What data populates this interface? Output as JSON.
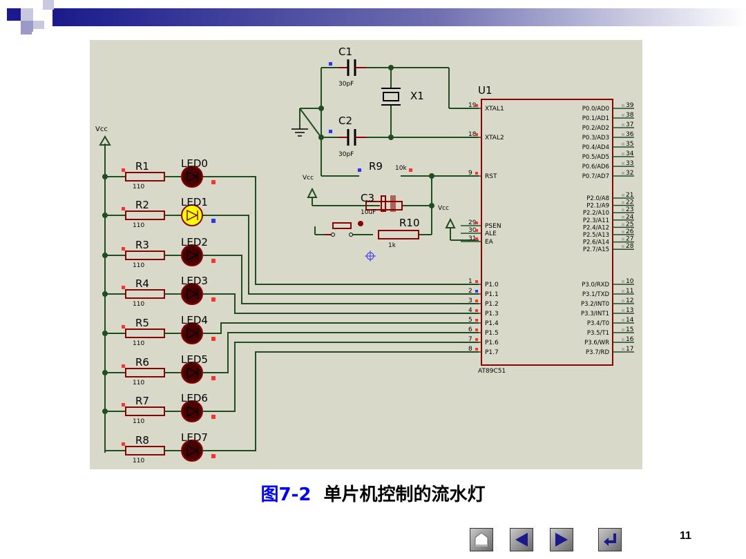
{
  "colors": {
    "bus_wire": "#1e4d1e",
    "led_red": "#8b0000",
    "led_on": "#ffff00",
    "ic_outline": "#8b0000",
    "background": "#d9d9c9",
    "accent": "#1a1a8c"
  },
  "diagram": {
    "vcc_label": "Vcc",
    "caps": {
      "c1": "C1",
      "c1_val": "30pF",
      "c2": "C2",
      "c2_val": "30pF",
      "c3": "C3",
      "c3_val": "10uF"
    },
    "crystal": "X1",
    "r9": "R9",
    "r9_val": "10k",
    "r10": "R10",
    "r10_val": "1k",
    "ic": {
      "ref": "U1",
      "part": "AT89C51"
    },
    "resistors": [
      {
        "label": "R1",
        "value": "110"
      },
      {
        "label": "R2",
        "value": "110"
      },
      {
        "label": "R3",
        "value": "110"
      },
      {
        "label": "R4",
        "value": "110"
      },
      {
        "label": "R5",
        "value": "110"
      },
      {
        "label": "R6",
        "value": "110"
      },
      {
        "label": "R7",
        "value": "110"
      },
      {
        "label": "R8",
        "value": "110"
      }
    ],
    "leds": [
      "LED0",
      "LED1",
      "LED2",
      "LED3",
      "LED4",
      "LED5",
      "LED6",
      "LED7"
    ],
    "left_pins": [
      {
        "num": "19",
        "name": "XTAL1"
      },
      {
        "num": "18",
        "name": "XTAL2"
      },
      {
        "num": "9",
        "name": "RST"
      },
      {
        "num": "29",
        "name": "PSEN"
      },
      {
        "num": "30",
        "name": "ALE"
      },
      {
        "num": "31",
        "name": "EA"
      },
      {
        "num": "1",
        "name": "P1.0"
      },
      {
        "num": "2",
        "name": "P1.1"
      },
      {
        "num": "3",
        "name": "P1.2"
      },
      {
        "num": "4",
        "name": "P1.3"
      },
      {
        "num": "5",
        "name": "P1.4"
      },
      {
        "num": "6",
        "name": "P1.5"
      },
      {
        "num": "7",
        "name": "P1.6"
      },
      {
        "num": "8",
        "name": "P1.7"
      }
    ],
    "right_pins_p0": [
      {
        "num": "39",
        "name": "P0.0/AD0"
      },
      {
        "num": "38",
        "name": "P0.1/AD1"
      },
      {
        "num": "37",
        "name": "P0.2/AD2"
      },
      {
        "num": "36",
        "name": "P0.3/AD3"
      },
      {
        "num": "35",
        "name": "P0.4/AD4"
      },
      {
        "num": "34",
        "name": "P0.5/AD5"
      },
      {
        "num": "33",
        "name": "P0.6/AD6"
      },
      {
        "num": "32",
        "name": "P0.7/AD7"
      }
    ],
    "right_pins_p2": [
      {
        "num": "21",
        "name": "P2.0/A8"
      },
      {
        "num": "22",
        "name": "P2.1/A9"
      },
      {
        "num": "23",
        "name": "P2.2/A10"
      },
      {
        "num": "24",
        "name": "P2.3/A11"
      },
      {
        "num": "25",
        "name": "P2.4/A12"
      },
      {
        "num": "26",
        "name": "P2.5/A13"
      },
      {
        "num": "27",
        "name": "P2.6/A14"
      },
      {
        "num": "28",
        "name": "P2.7/A15"
      }
    ],
    "right_pins_p3": [
      {
        "num": "10",
        "name": "P3.0/RXD"
      },
      {
        "num": "11",
        "name": "P3.1/TXD"
      },
      {
        "num": "12",
        "name": "P3.2/INT0"
      },
      {
        "num": "13",
        "name": "P3.3/INT1"
      },
      {
        "num": "14",
        "name": "P3.4/T0"
      },
      {
        "num": "15",
        "name": "P3.5/T1"
      },
      {
        "num": "16",
        "name": "P3.6/WR"
      },
      {
        "num": "17",
        "name": "P3.7/RD"
      }
    ]
  },
  "caption": {
    "fig": "图7-2",
    "text": "单片机控制的流水灯"
  },
  "nav": {
    "home_icon": "home-icon",
    "prev_icon": "triangle-left-icon",
    "next_icon": "triangle-right-icon",
    "return_icon": "return-arrow-icon"
  },
  "page_number": "11"
}
